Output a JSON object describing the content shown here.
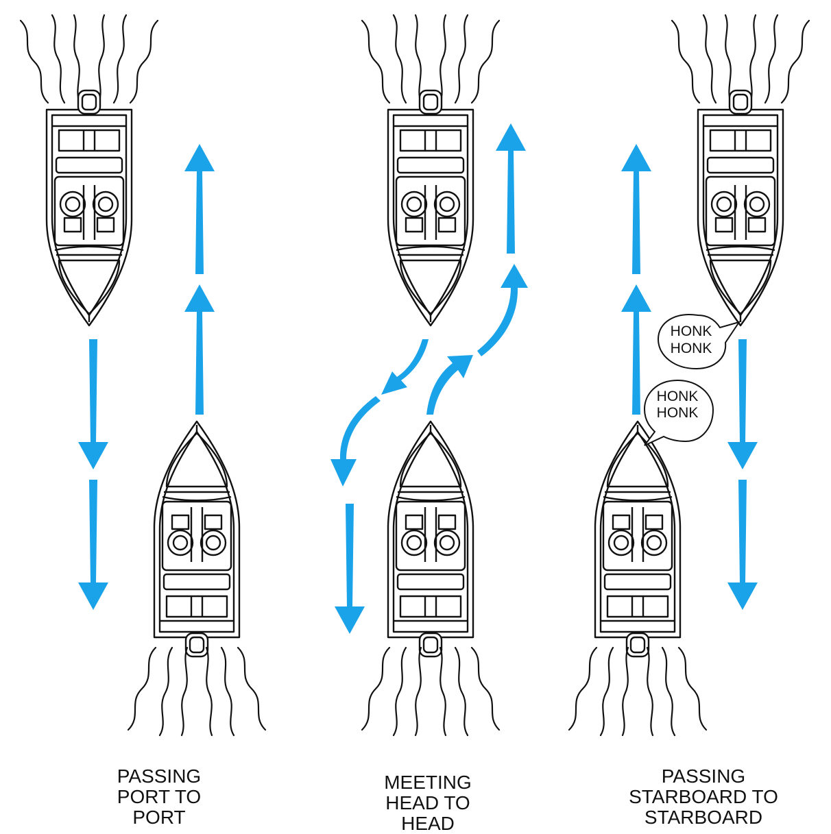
{
  "colors": {
    "arrow": "#1aa3e8",
    "ink": "#111111",
    "background": "#ffffff"
  },
  "scenarios": [
    {
      "caption": [
        "PASSING",
        "PORT TO",
        "PORT"
      ]
    },
    {
      "caption": [
        "MEETING",
        "HEAD TO",
        "HEAD"
      ]
    },
    {
      "caption": [
        "PASSING",
        "STARBOARD TO",
        "STARBOARD"
      ],
      "bubbles": [
        {
          "lines": [
            "HONK",
            "HONK"
          ]
        },
        {
          "lines": [
            "HONK",
            "HONK"
          ]
        }
      ]
    }
  ]
}
